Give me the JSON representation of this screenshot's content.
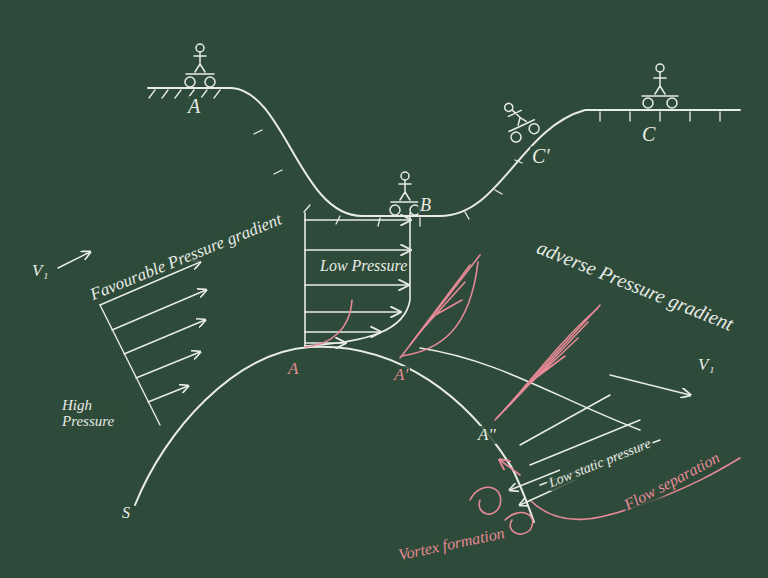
{
  "diagram": {
    "labels": [
      "A",
      "C'",
      "C",
      "B",
      "V₁",
      "Favourable Pressure gradient",
      "Low Pressure",
      "adverse Pressure gradient",
      "High Pressure",
      "A",
      "A'",
      "A''",
      "V₁",
      "Low static pressure",
      "Flow separation",
      "Vortex formation",
      "S"
    ]
  }
}
